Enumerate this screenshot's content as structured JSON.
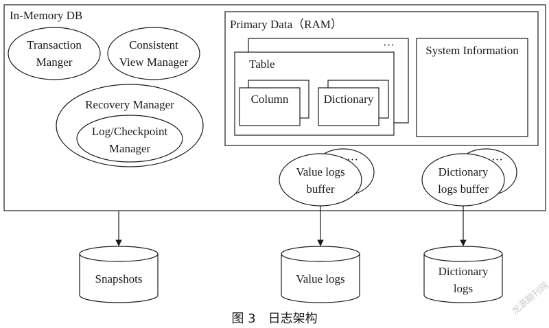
{
  "diagram": {
    "in_memory_db": "In-Memory DB",
    "transaction_manager": [
      "Transaction",
      "Manger"
    ],
    "consistent_view_manager": [
      "Consistent",
      "View Manager"
    ],
    "recovery_manager": "Recovery Manager",
    "log_checkpoint_manager": [
      "Log/Checkpoint",
      "Manager"
    ],
    "primary_data": "Primary Data（RAM）",
    "table": "Table",
    "column": "Column",
    "dictionary": "Dictionary",
    "system_information": "System Information",
    "ellipsis": "···",
    "value_logs_buffer": [
      "Value logs",
      "buffer"
    ],
    "dictionary_logs_buffer": [
      "Dictionary",
      "logs buffer"
    ],
    "snapshots": "Snapshots",
    "value_logs": "Value logs",
    "dictionary_logs": [
      "Dictionary",
      "logs"
    ]
  },
  "caption": "图 3　日志架构",
  "watermark": "龙源期刊网"
}
